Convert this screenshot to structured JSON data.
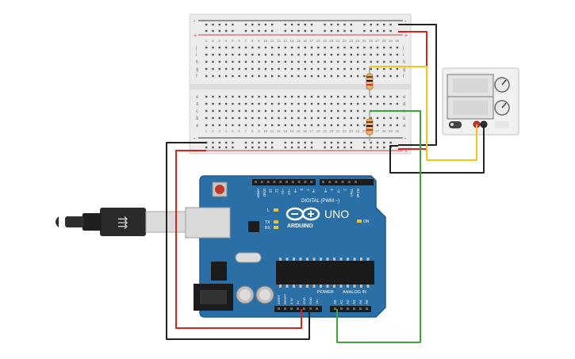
{
  "arduino": {
    "brand": "ARDUINO",
    "model": "UNO",
    "digital_header": "DIGITAL (PWM ~)",
    "power_header": "POWER",
    "analog_header": "ANALOG IN",
    "on_label": "ON",
    "tx_label": "TX",
    "rx_label": "RX",
    "l_label": "L",
    "digital_pins": [
      "AREF",
      "GND",
      "13",
      "12",
      "~11",
      "~10",
      "~9",
      "8",
      "7",
      "~6",
      "~5",
      "4",
      "~3",
      "2",
      "TX▸1",
      "RX◂0"
    ],
    "power_pins": [
      "IOREF",
      "RESET",
      "3.3V",
      "5V",
      "GND",
      "GND",
      "Vin"
    ],
    "analog_pins": [
      "A0",
      "A1",
      "A2",
      "A3",
      "A4",
      "A5"
    ]
  },
  "breadboard": {
    "row_letters_top": [
      "j",
      "i",
      "h",
      "g",
      "f"
    ],
    "row_letters_bottom": [
      "e",
      "d",
      "c",
      "b",
      "a"
    ],
    "rail_minus": "-",
    "rail_plus": "+",
    "column_numbers": [
      "1",
      "2",
      "3",
      "4",
      "5",
      "6",
      "7",
      "8",
      "9",
      "10",
      "11",
      "12",
      "13",
      "14",
      "15",
      "16",
      "17",
      "18",
      "19",
      "20",
      "21",
      "22",
      "23",
      "24",
      "25",
      "26",
      "27",
      "28",
      "29",
      "30"
    ]
  },
  "power_supply": {
    "display_top": "",
    "display_bottom": ""
  },
  "colors": {
    "board": "#2b6fa7",
    "board_edge": "#1f5a8c",
    "breadboard": "#ececec",
    "rail_red": "#d93a3a",
    "rail_blue": "#333333",
    "wire_red": "#e0201c",
    "wire_black": "#222222",
    "wire_yellow": "#f5c518",
    "wire_green": "#3aa63a"
  }
}
